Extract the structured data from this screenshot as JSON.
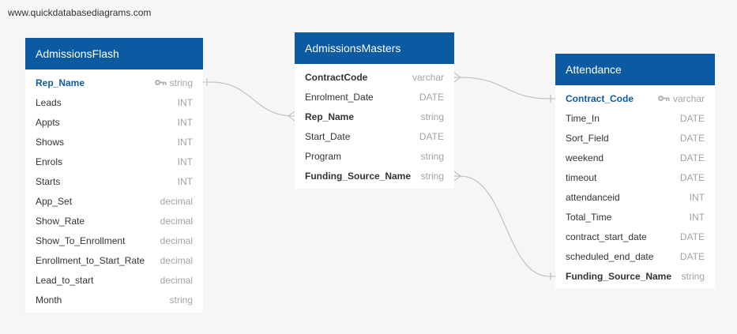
{
  "watermark": "www.quickdatabasediagrams.com",
  "colors": {
    "header_bg": "#0b5aa2",
    "canvas_bg": "#f5f6f5",
    "pk_text": "#0f5aa0",
    "type_text": "#a3a3a3",
    "connector": "#b8b8b8"
  },
  "tables": {
    "flash": {
      "title": "AdmissionsFlash",
      "rows": [
        {
          "name": "Rep_Name",
          "type": "string",
          "pk": true
        },
        {
          "name": "Leads",
          "type": "INT"
        },
        {
          "name": "Appts",
          "type": "INT"
        },
        {
          "name": "Shows",
          "type": "INT"
        },
        {
          "name": "Enrols",
          "type": "INT"
        },
        {
          "name": "Starts",
          "type": "INT"
        },
        {
          "name": "App_Set",
          "type": "decimal"
        },
        {
          "name": "Show_Rate",
          "type": "decimal"
        },
        {
          "name": "Show_To_Enrollment",
          "type": "decimal"
        },
        {
          "name": "Enrollment_to_Start_Rate",
          "type": "decimal"
        },
        {
          "name": "Lead_to_start",
          "type": "decimal"
        },
        {
          "name": "Month",
          "type": "string"
        }
      ]
    },
    "masters": {
      "title": "AdmissionsMasters",
      "rows": [
        {
          "name": "ContractCode",
          "type": "varchar",
          "fk": true
        },
        {
          "name": "Enrolment_Date",
          "type": "DATE"
        },
        {
          "name": "Rep_Name",
          "type": "string",
          "fk": true
        },
        {
          "name": "Start_Date",
          "type": "DATE"
        },
        {
          "name": "Program",
          "type": "string"
        },
        {
          "name": "Funding_Source_Name",
          "type": "string",
          "fk": true
        }
      ]
    },
    "att": {
      "title": "Attendance",
      "rows": [
        {
          "name": "Contract_Code",
          "type": "varchar",
          "pk": true
        },
        {
          "name": "Time_In",
          "type": "DATE"
        },
        {
          "name": "Sort_Field",
          "type": "DATE"
        },
        {
          "name": "weekend",
          "type": "DATE"
        },
        {
          "name": "timeout",
          "type": "DATE"
        },
        {
          "name": "attendanceid",
          "type": "INT"
        },
        {
          "name": "Total_Time",
          "type": "INT"
        },
        {
          "name": "contract_start_date",
          "type": "DATE"
        },
        {
          "name": "scheduled_end_date",
          "type": "DATE"
        },
        {
          "name": "Funding_Source_Name",
          "type": "string",
          "fk": true
        }
      ]
    }
  },
  "relationships": [
    {
      "from": "AdmissionsFlash.Rep_Name",
      "to": "AdmissionsMasters.Rep_Name",
      "cardinality": "one-to-many"
    },
    {
      "from": "AdmissionsMasters.ContractCode",
      "to": "Attendance.Contract_Code",
      "cardinality": "many-to-one"
    },
    {
      "from": "AdmissionsMasters.Funding_Source_Name",
      "to": "Attendance.Funding_Source_Name",
      "cardinality": "many-to-one"
    }
  ]
}
